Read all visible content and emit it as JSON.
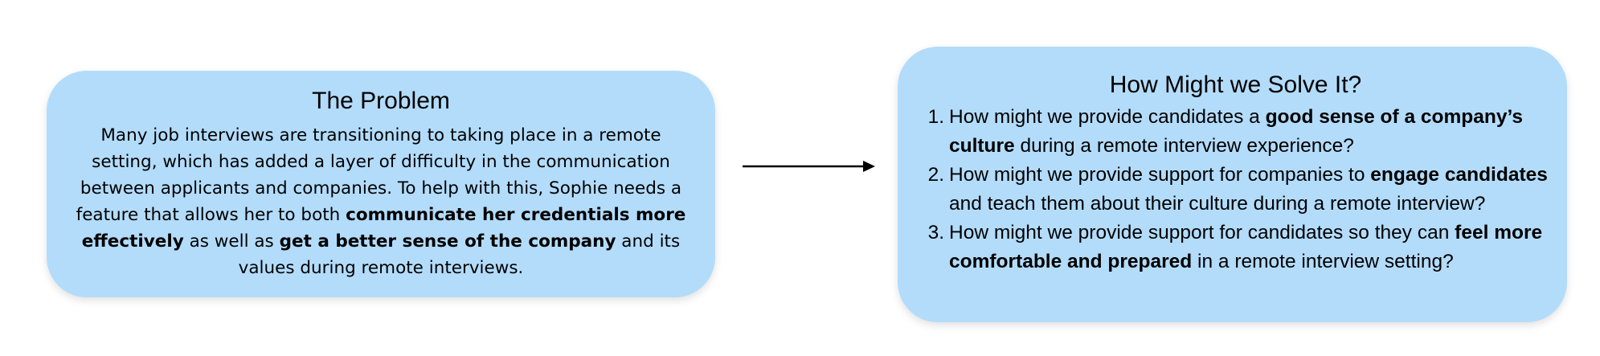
{
  "problem": {
    "title": "The Problem",
    "body": {
      "intro": "Many job interviews are transitioning to taking place in a remote setting, which has added a layer of difficulty in the communication between applicants and companies. To help with this, Sophie needs a feature that allows her to both ",
      "bold_1": "communicate her credentials more effectively",
      "middle": " as well as ",
      "bold_2": "get a better sense of the company",
      "end": " and its values during remote interviews."
    }
  },
  "arrow": {
    "color": "#000000",
    "direction": "right"
  },
  "solve": {
    "title": "How Might we Solve It?",
    "items": [
      {
        "number": "1.",
        "before": "How might we provide candidates a ",
        "bold": "good sense of a company’s culture",
        "after": " during a remote interview experience?"
      },
      {
        "number": "2.",
        "before": "How might we provide support for companies to ",
        "bold": "engage candidates",
        "after": " and teach them about their culture during a remote interview?"
      },
      {
        "number": "3.",
        "before": "How might we provide support for candidates so they can ",
        "bold": "feel more comfortable and prepared",
        "after": " in a remote interview setting?"
      }
    ]
  },
  "colors": {
    "card_background": "#b3dcfb",
    "text": "#000000"
  }
}
